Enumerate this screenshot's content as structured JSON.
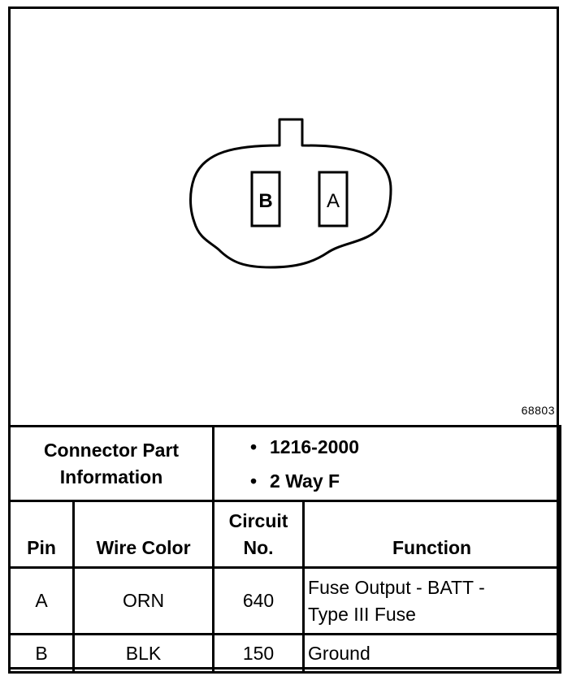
{
  "diagram": {
    "pin_labels": [
      "B",
      "A"
    ],
    "figure_number": "68803"
  },
  "part_info": {
    "label_line1": "Connector Part",
    "label_line2": "Information",
    "items": [
      "1216-2000",
      "2 Way F"
    ]
  },
  "table": {
    "headers": {
      "pin": "Pin",
      "wire_color": "Wire Color",
      "circuit_line1": "Circuit",
      "circuit_line2": "No.",
      "function": "Function"
    },
    "rows": [
      {
        "pin": "A",
        "wire_color": "ORN",
        "circuit": "640",
        "function_line1": "Fuse Output - BATT -",
        "function_line2": "Type III Fuse"
      },
      {
        "pin": "B",
        "wire_color": "BLK",
        "circuit": "150",
        "function_line1": "Ground"
      }
    ]
  }
}
